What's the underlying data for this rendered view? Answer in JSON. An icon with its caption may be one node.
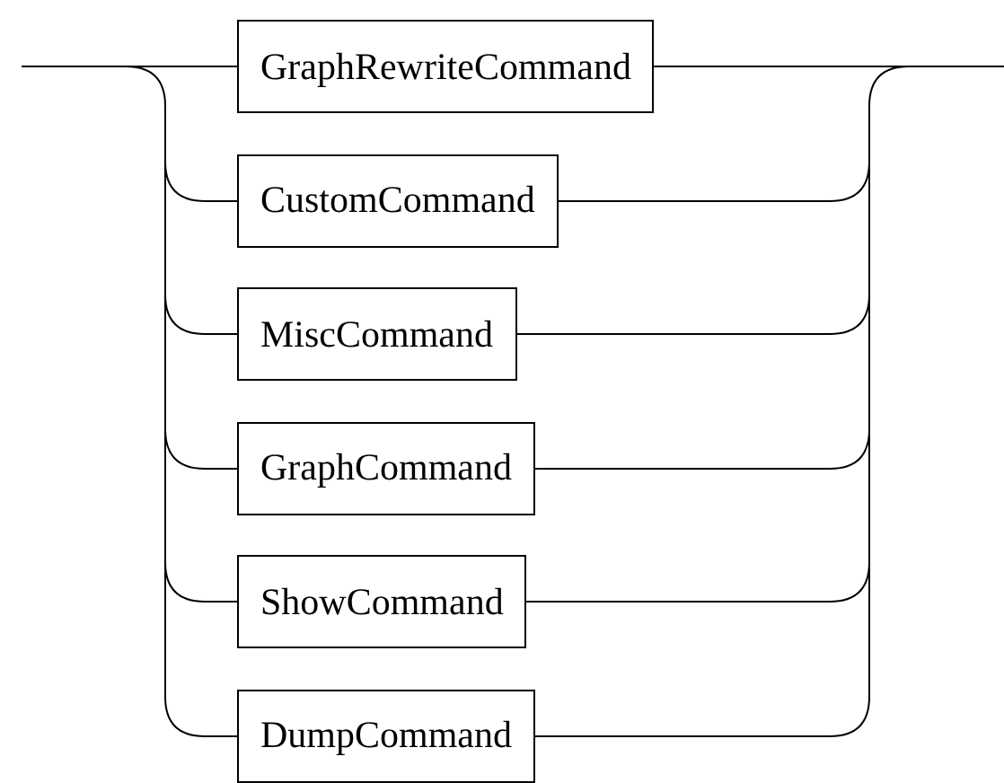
{
  "diagram": {
    "nodes": [
      {
        "text": [
          "GraphRewriteCommand"
        ]
      },
      {
        "text": [
          "CustomCommand"
        ]
      },
      {
        "text": [
          "MiscCommand"
        ]
      },
      {
        "text": [
          "GraphCommand"
        ]
      },
      {
        "text": [
          "ShowCommand"
        ]
      },
      {
        "text": [
          "DumpCommand"
        ]
      }
    ],
    "edges": [
      {
        "from": null,
        "to": 0,
        "arrow": "none"
      },
      {
        "from": 0,
        "to": null,
        "arrow": "none"
      },
      {
        "from": null,
        "to": 1,
        "arrow": "none"
      },
      {
        "from": 1,
        "to": null,
        "arrow": "none"
      },
      {
        "from": null,
        "to": 2,
        "arrow": "none"
      },
      {
        "from": 2,
        "to": null,
        "arrow": "none"
      },
      {
        "from": null,
        "to": 3,
        "arrow": "none"
      },
      {
        "from": 3,
        "to": null,
        "arrow": "none"
      },
      {
        "from": null,
        "to": 4,
        "arrow": "none"
      },
      {
        "from": 4,
        "to": null,
        "arrow": "none"
      },
      {
        "from": null,
        "to": 5,
        "arrow": "none"
      },
      {
        "from": 5,
        "to": null,
        "arrow": "none"
      }
    ]
  }
}
